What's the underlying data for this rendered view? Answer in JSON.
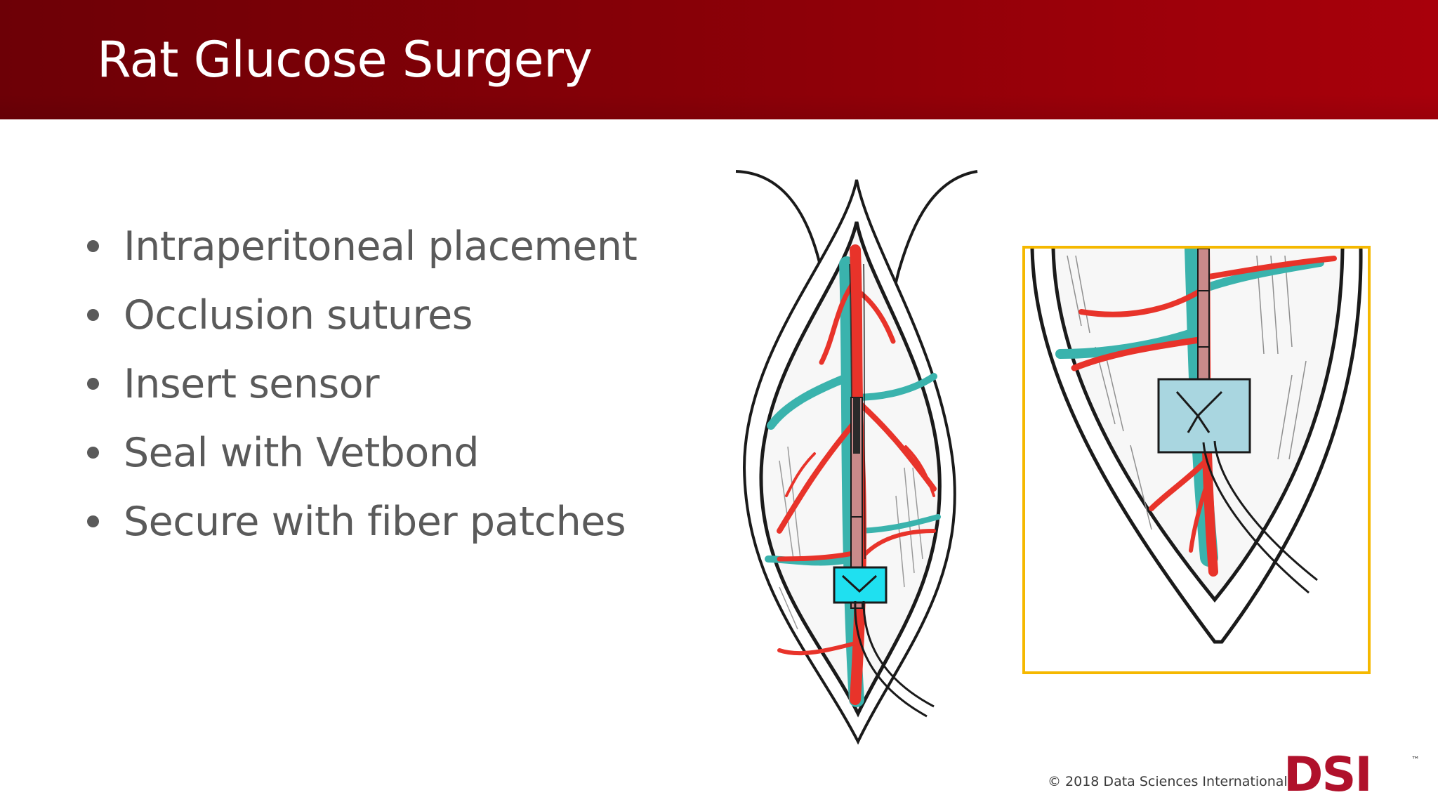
{
  "slide": {
    "title": "Rat Glucose Surgery",
    "bullets": [
      "Intraperitoneal placement",
      "Occlusion sutures",
      "Insert sensor",
      "Seal with Vetbond",
      "Secure with fiber patches"
    ]
  },
  "footer": {
    "copyright": "© 2018 Data Sciences International",
    "logo_text": "DSI",
    "logo_mark": "™"
  },
  "colors": {
    "title_bar": "#860007",
    "bullet_text": "#5a5a5a",
    "vessel_red": "#e8332a",
    "vessel_teal": "#3ab3ad",
    "sensor_cyan": "#1fe0f0",
    "sensor_block_zoom": "#a9d6e0",
    "zoom_frame": "#f5b800",
    "logo": "#b0112b"
  },
  "icons": {
    "bullet": "bullet-dot",
    "logo": "dsi-logo"
  }
}
